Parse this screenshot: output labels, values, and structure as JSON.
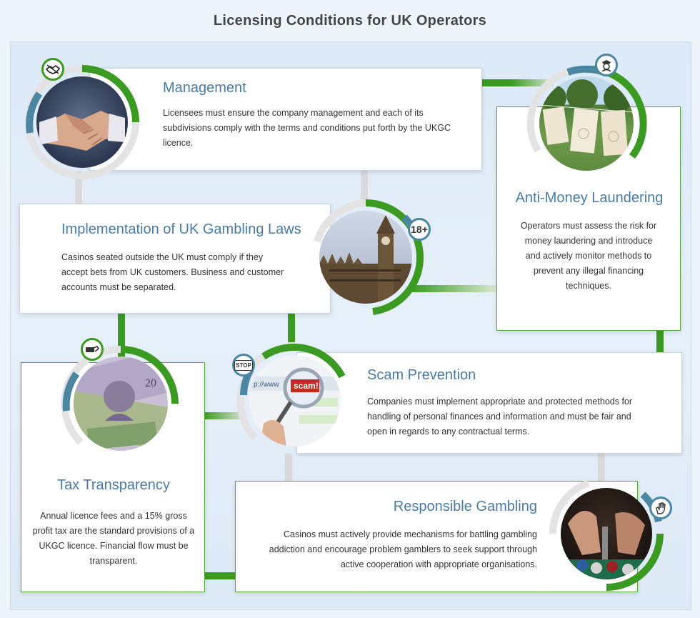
{
  "title": "Licensing Conditions for UK Operators",
  "cards": {
    "management": {
      "title": "Management",
      "text": "Licensees must ensure the company management and each of its subdivisions comply with the terms and conditions put forth by the UKGC licence.",
      "icon": "handshake-icon"
    },
    "aml": {
      "title": "Anti-Money Laundering",
      "text": "Operators must assess the risk for money laundering and introduce and actively monitor methods to prevent any illegal financing techniques.",
      "icon": "police-officer-icon"
    },
    "laws": {
      "title": "Implementation of UK Gambling Laws",
      "text": "Casinos seated outside the UK must comply if they accept bets from UK customers. Business and customer accounts must be separated.",
      "badge": "18+"
    },
    "scam": {
      "title": "Scam Prevention",
      "text": "Companies must implement appropriate and protected methods for handling of personal finances and information and must be fair and open in regards to any contractual terms.",
      "badge": "STOP",
      "photo_text": "scam!",
      "url_text": "p://www"
    },
    "tax": {
      "title": "Tax Transparency",
      "text": "Annual licence fees and a 15% gross profit tax are the standard provisions of a UKGC licence. Financial flow must be transparent.",
      "icon": "money-hand-icon"
    },
    "responsible": {
      "title": "Responsible Gambling",
      "text": "Casinos must actively provide mechanisms for battling gambling addiction and encourage problem gamblers to seek support through active cooperation with appropriate organisations.",
      "icon": "stop-hand-icon"
    }
  },
  "colors": {
    "green": "#3a9a21",
    "blue": "#4b7aa3",
    "grey_connector": "#d9d9d9"
  }
}
